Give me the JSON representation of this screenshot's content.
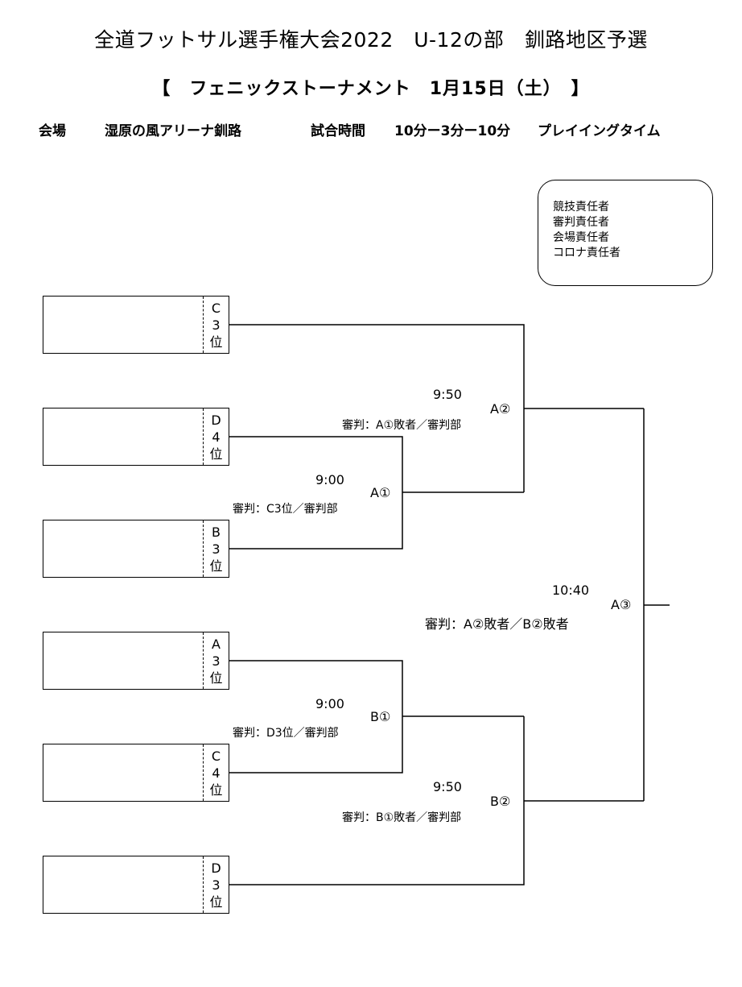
{
  "header": {
    "title": "全道フットサル選手権大会2022　U-12の部　釧路地区予選",
    "subtitle": "【　フェニックストーナメント　1月15日（土）　】",
    "venue_label": "会場",
    "venue": "湿原の風アリーナ釧路",
    "time_label": "試合時間",
    "time_format": "10分ー3分ー10分",
    "time_type": "プレイイングタイム"
  },
  "staff": [
    "競技責任者",
    "審判責任者",
    "会場責任者",
    "コロナ責任者"
  ],
  "teams": [
    {
      "group": "C",
      "rank": "3",
      "suffix": "位"
    },
    {
      "group": "D",
      "rank": "4",
      "suffix": "位"
    },
    {
      "group": "B",
      "rank": "3",
      "suffix": "位"
    },
    {
      "group": "A",
      "rank": "3",
      "suffix": "位"
    },
    {
      "group": "C",
      "rank": "4",
      "suffix": "位"
    },
    {
      "group": "D",
      "rank": "3",
      "suffix": "位"
    }
  ],
  "matches": {
    "a1": {
      "label": "A①",
      "time": "9:00",
      "referee": "審判：C3位／審判部"
    },
    "b1": {
      "label": "B①",
      "time": "9:00",
      "referee": "審判：D3位／審判部"
    },
    "a2": {
      "label": "A②",
      "time": "9:50",
      "referee": "審判：A①敗者／審判部"
    },
    "b2": {
      "label": "B②",
      "time": "9:50",
      "referee": "審判：B①敗者／審判部"
    },
    "a3": {
      "label": "A③",
      "time": "10:40",
      "referee": "審判：A②敗者／B②敗者"
    }
  }
}
